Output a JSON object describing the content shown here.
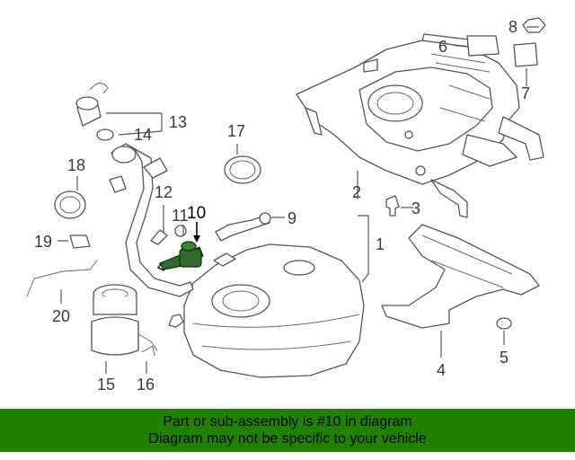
{
  "callouts": {
    "c1": "1",
    "c2": "2",
    "c3": "3",
    "c4": "4",
    "c5": "5",
    "c6": "6",
    "c7": "7",
    "c8": "8",
    "c9": "9",
    "c10": "10",
    "c11": "11",
    "c12": "12",
    "c13": "13",
    "c14": "14",
    "c15": "15",
    "c16": "16",
    "c17": "17",
    "c18": "18",
    "c19": "19",
    "c20": "20"
  },
  "highlight": {
    "part": "10",
    "color": "#2f6b2a"
  },
  "banner": {
    "line1": "Part or sub-assembly is #10 in diagram",
    "line2": "Diagram may not be specific to your vehicle",
    "background": "#218103"
  }
}
